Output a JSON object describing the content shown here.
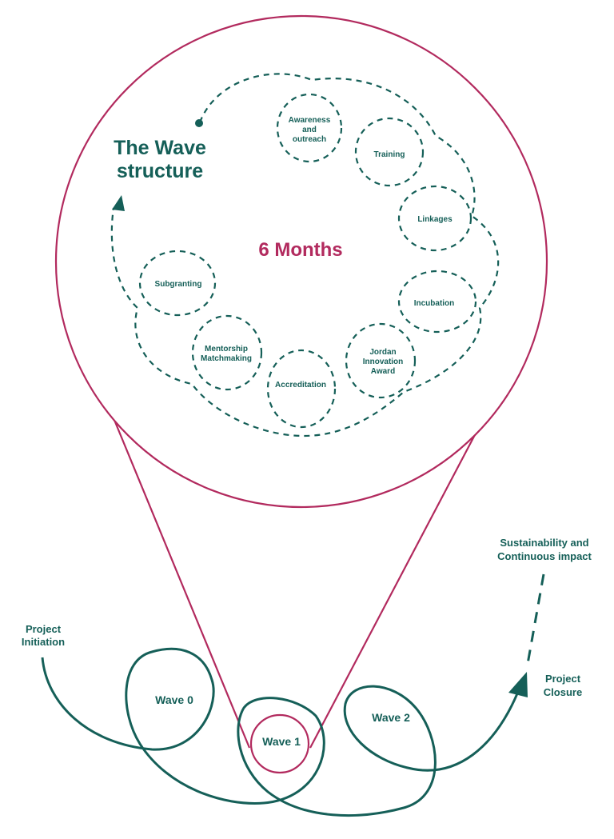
{
  "title": {
    "line1": "The Wave",
    "line2": "structure"
  },
  "duration": "6 Months",
  "activities": {
    "awareness": [
      "Awareness",
      "and",
      "outreach"
    ],
    "training": "Training",
    "linkages": "Linkages",
    "incubation": "Incubation",
    "award": [
      "Jordan",
      "Innovation",
      "Award"
    ],
    "accreditation": "Accreditation",
    "mentorship": [
      "Mentorship",
      "Matchmaking"
    ],
    "subgranting": "Subgranting"
  },
  "timeline": {
    "initiation": [
      "Project",
      "Initiation"
    ],
    "wave0": "Wave 0",
    "wave1": "Wave 1",
    "wave2": "Wave 2",
    "closure": [
      "Project",
      "Closure"
    ],
    "sustainability": [
      "Sustainability and",
      "Continuous impact"
    ]
  },
  "colors": {
    "teal": "#155f58",
    "red": "#b22a5e"
  }
}
